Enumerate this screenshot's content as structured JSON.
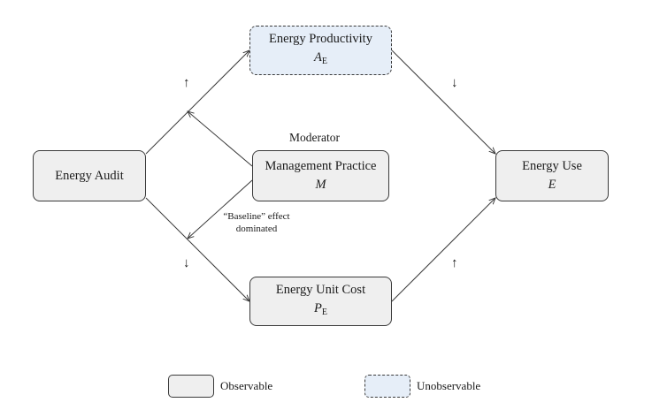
{
  "nodes": {
    "energy_audit": {
      "title": "Energy Audit"
    },
    "energy_productivity": {
      "title": "Energy Productivity",
      "symbol": "A",
      "subscript": "E"
    },
    "management_practice": {
      "title": "Management Practice",
      "symbol": "M"
    },
    "energy_use": {
      "title": "Energy Use",
      "symbol": "E"
    },
    "energy_unit_cost": {
      "title": "Energy Unit Cost",
      "symbol": "P",
      "subscript": "E"
    }
  },
  "moderator_label": "Moderator",
  "baseline_note": "“Baseline” effect dominated",
  "effect_signs": {
    "audit_to_productivity": "↑",
    "productivity_to_use": "↓",
    "audit_to_cost": "↓",
    "cost_to_use": "↑"
  },
  "legend": {
    "observable": "Observable",
    "unobservable": "Unobservable"
  },
  "colors": {
    "observable_fill": "#efefef",
    "unobservable_fill": "#e6eef8",
    "stroke": "#3a3a3a"
  }
}
